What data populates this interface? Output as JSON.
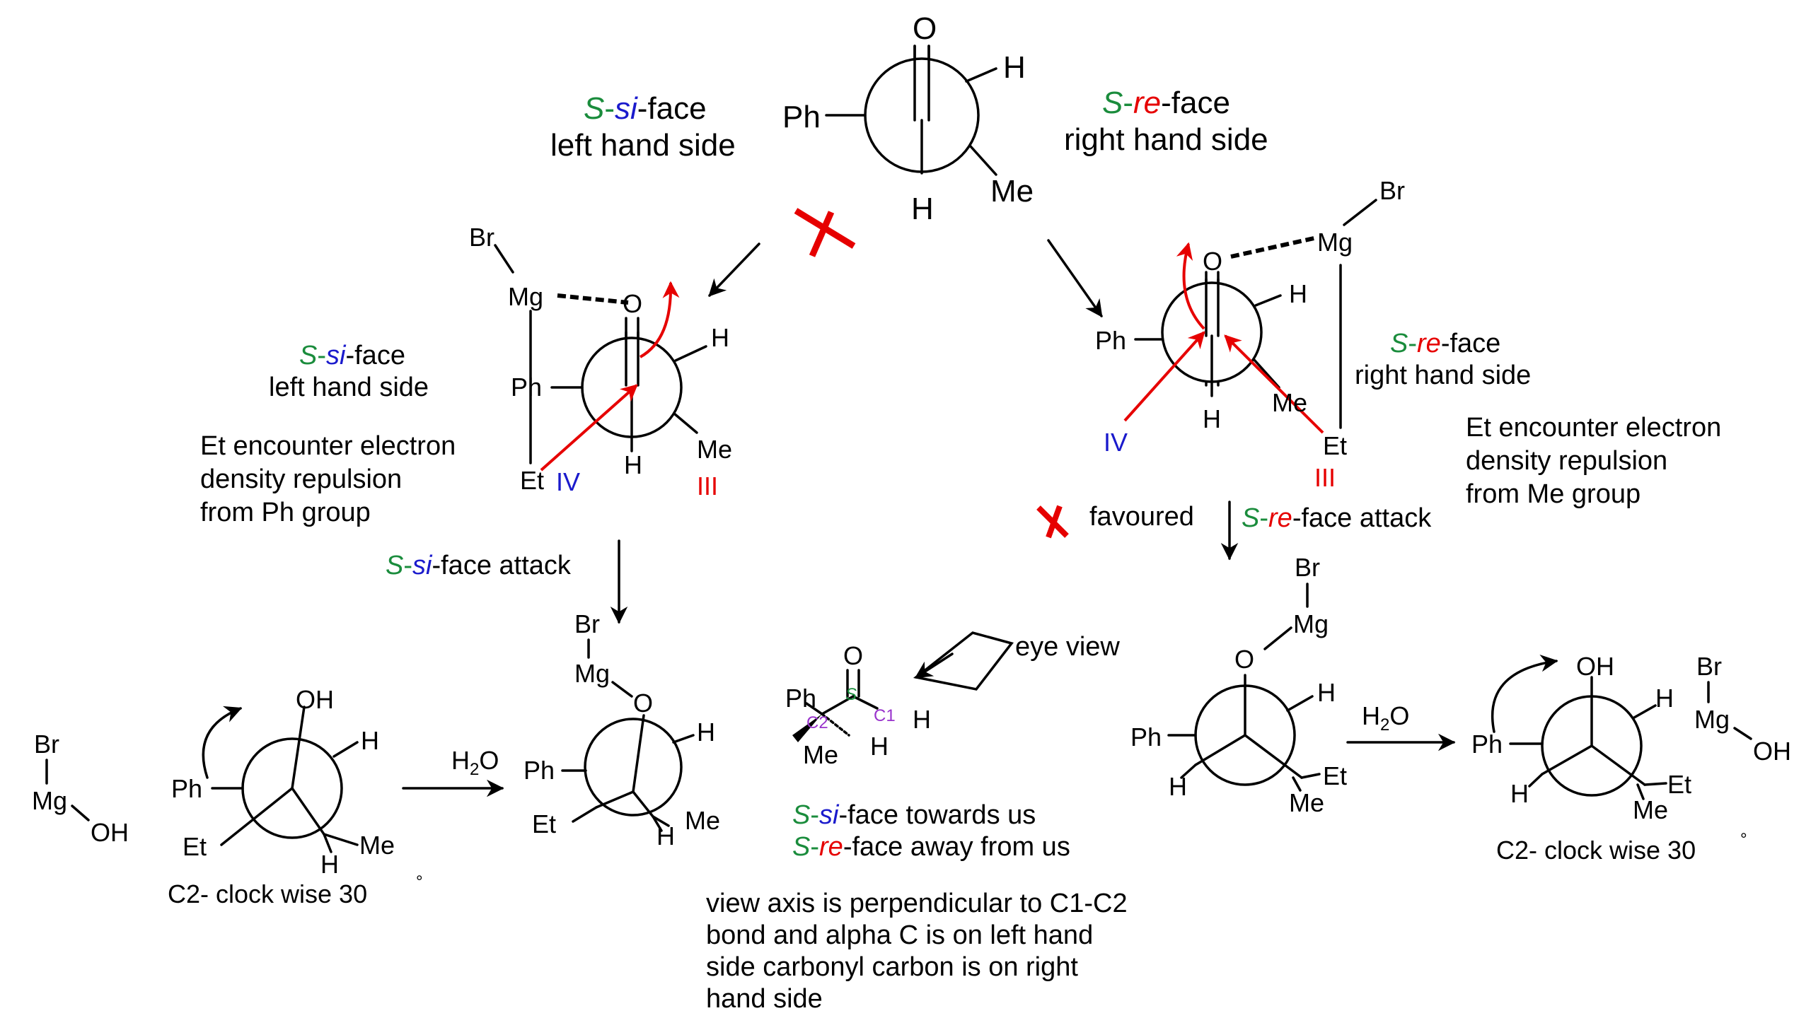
{
  "colors": {
    "green": "#1a8c3c",
    "blue": "#1a1acc",
    "red": "#e60000",
    "purple": "#9933cc",
    "black": "#000000"
  },
  "atoms": {
    "O": "O",
    "H": "H",
    "Ph": "Ph",
    "Me": "Me",
    "Et": "Et",
    "Br": "Br",
    "Mg": "Mg",
    "OH": "OH",
    "H2O_main": "H",
    "H2O_sub": "2",
    "H2O_tail": "O",
    "S": "S",
    "C1": "C1",
    "C2": "C2"
  },
  "face": {
    "S": "S",
    "dash": "-",
    "si": "si",
    "re": "re",
    "face_suffix": "-face",
    "attack_suffix": "-face attack"
  },
  "top": {
    "left_side": "left hand side",
    "right_side": "right hand side"
  },
  "left_mid": {
    "side": "left hand side",
    "note": [
      "Et encounter electron",
      "density repulsion",
      "from Ph group"
    ],
    "IV": "IV",
    "III": "III"
  },
  "right_mid": {
    "side": "right hand side",
    "note": [
      "Et encounter electron",
      "density repulsion",
      "from Me group"
    ],
    "IV": "IV",
    "III": "III",
    "favoured": "favoured"
  },
  "center": {
    "eye_view": "eye view",
    "towards": " towards us",
    "away": " away from us",
    "axis_note": [
      "view axis is perpendicular to C1-C2",
      "bond and alpha C is on left hand",
      "side carbonyl carbon is on right",
      "hand side"
    ]
  },
  "rotation_label": "C2- clock wise 30",
  "degree": "°"
}
